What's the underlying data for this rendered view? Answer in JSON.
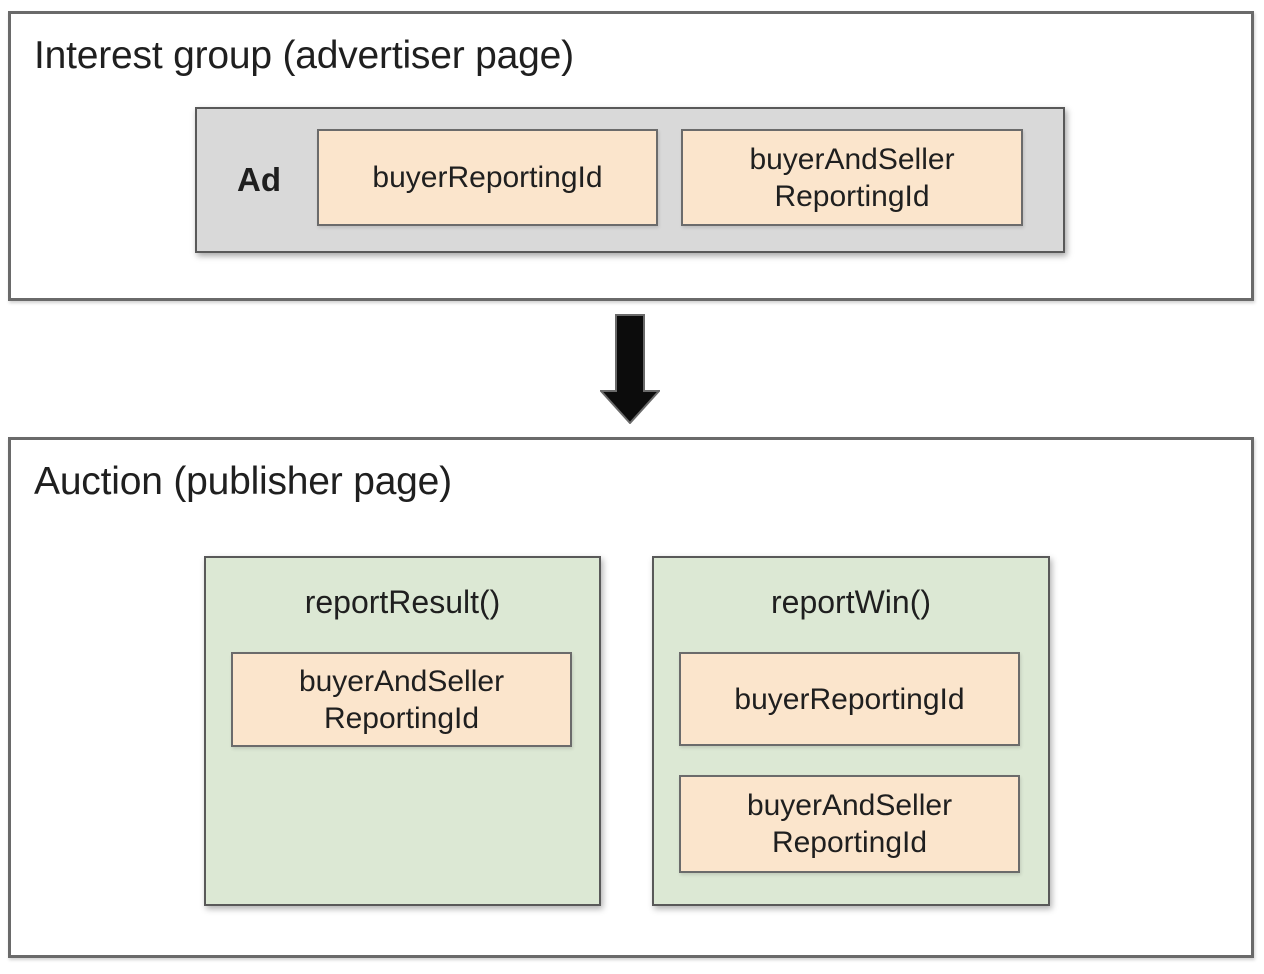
{
  "diagram": {
    "interest_group": {
      "title": "Interest group (advertiser page)",
      "ad": {
        "label": "Ad",
        "field1": "buyerReportingId",
        "field2_line1": "buyerAndSeller",
        "field2_line2": "ReportingId"
      }
    },
    "arrow": {
      "icon": "down-arrow",
      "direction": "down"
    },
    "auction": {
      "title": "Auction (publisher page)",
      "report_result": {
        "title": "reportResult()",
        "field1_line1": "buyerAndSeller",
        "field1_line2": "ReportingId"
      },
      "report_win": {
        "title": "reportWin()",
        "field1": "buyerReportingId",
        "field2_line1": "buyerAndSeller",
        "field2_line2": "ReportingId"
      }
    }
  },
  "colors": {
    "background": "#ffffff",
    "peach_fill": "#fbe5cc",
    "green_fill": "#dce8d4",
    "gray_fill": "#d9d9d9",
    "outer_border": "#6a6a6a",
    "inner_border": "#595959",
    "arrow_fill": "#0c0c0c",
    "text": "#1f1f1f"
  }
}
